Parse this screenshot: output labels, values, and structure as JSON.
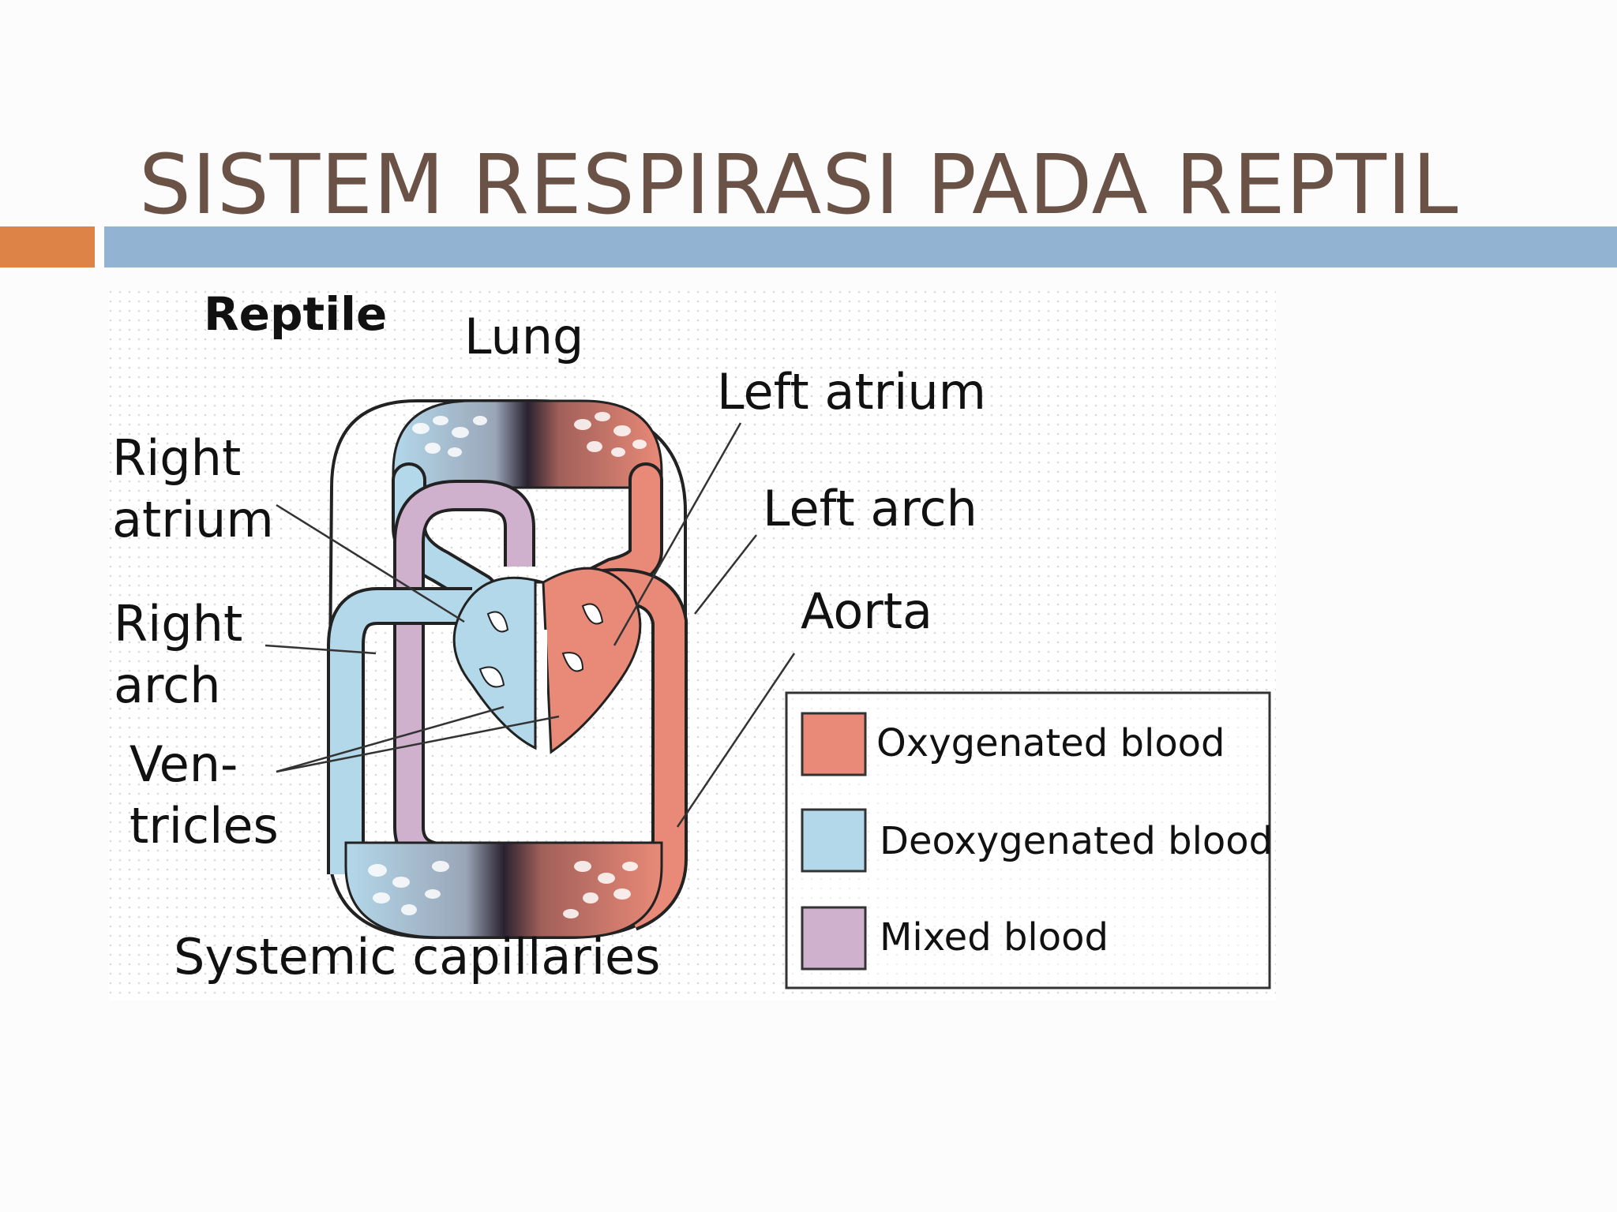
{
  "slide": {
    "title": "SISTEM RESPIRASI PADA REPTIL"
  },
  "colors": {
    "title_text": "#6b5247",
    "accent_orange": "#dd8348",
    "accent_blue": "#92b3d2",
    "oxygenated": "#e98a78",
    "deoxygenated": "#b3d8ea",
    "mixed": "#cfb1cd"
  },
  "figure": {
    "heading": "Reptile",
    "labels": {
      "lung": "Lung",
      "left_atrium": "Left atrium",
      "right_atrium_line1": "Right",
      "right_atrium_line2": "atrium",
      "left_arch": "Left arch",
      "aorta": "Aorta",
      "right_arch_line1": "Right",
      "right_arch_line2": "arch",
      "ventricles_line1": "Ven-",
      "ventricles_line2": "tricles",
      "systemic_capillaries": "Systemic capillaries"
    },
    "legend": [
      {
        "label": "Oxygenated blood",
        "color": "#e98a78"
      },
      {
        "label": "Deoxygenated blood",
        "color": "#b3d8ea"
      },
      {
        "label": "Mixed blood",
        "color": "#cfb1cd"
      }
    ]
  }
}
